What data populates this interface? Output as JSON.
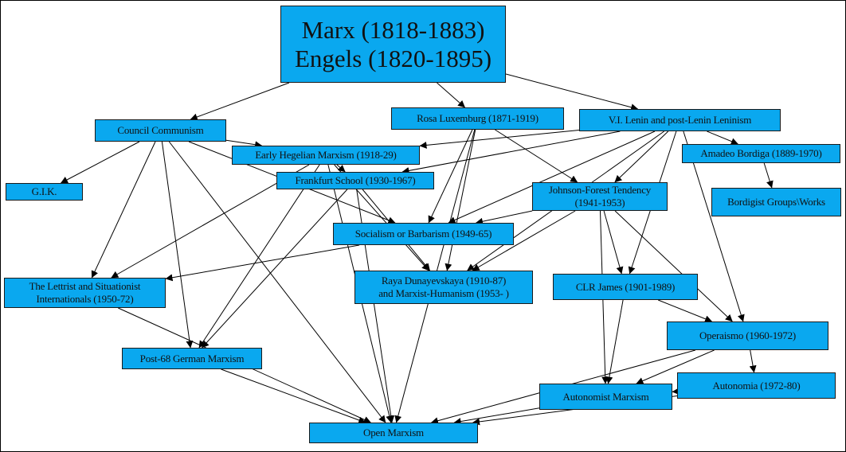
{
  "diagram": {
    "colors": {
      "node_fill": "#0aa8ef",
      "edge": "#000000",
      "background": "#ffffff"
    },
    "nodes": {
      "marx_engels": "Marx (1818-1883)\nEngels (1820-1895)",
      "council_communism": "Council Communism",
      "rosa_luxemburg": "Rosa Luxemburg (1871-1919)",
      "lenin": "V.I. Lenin and post-Lenin Leninism",
      "early_hegelian": "Early Hegelian Marxism (1918-29)",
      "frankfurt_school": "Frankfurt School (1930-1967)",
      "amadeo_bordiga": "Amadeo Bordiga (1889-1970)",
      "gik": "G.I.K.",
      "johnson_forest": "Johnson-Forest Tendency\n(1941-1953)",
      "bordigist_groups": "Bordigist Groups\\Works",
      "socialism_barbarism": "Socialism or Barbarism (1949-65)",
      "lettrist_situationist": "The Lettrist and Situationist\nInternationals (1950-72)",
      "raya_dunayevskaya": "Raya Dunayevskaya (1910-87)\nand Marxist-Humanism (1953- )",
      "clr_james": "CLR James (1901-1989)",
      "operaismo": "Operaismo (1960-1972)",
      "post68_german": "Post-68 German Marxism",
      "autonomia": "Autonomia (1972-80)",
      "autonomist_marxism": "Autonomist Marxism",
      "open_marxism": "Open Marxism"
    },
    "edges": [
      [
        "marx_engels",
        "council_communism"
      ],
      [
        "marx_engels",
        "rosa_luxemburg"
      ],
      [
        "marx_engels",
        "lenin"
      ],
      [
        "council_communism",
        "gik"
      ],
      [
        "council_communism",
        "early_hegelian"
      ],
      [
        "council_communism",
        "lettrist_situationist"
      ],
      [
        "council_communism",
        "socialism_barbarism"
      ],
      [
        "council_communism",
        "post68_german"
      ],
      [
        "council_communism",
        "open_marxism"
      ],
      [
        "rosa_luxemburg",
        "johnson_forest"
      ],
      [
        "rosa_luxemburg",
        "socialism_barbarism"
      ],
      [
        "rosa_luxemburg",
        "raya_dunayevskaya"
      ],
      [
        "rosa_luxemburg",
        "open_marxism"
      ],
      [
        "lenin",
        "early_hegelian"
      ],
      [
        "lenin",
        "frankfurt_school"
      ],
      [
        "lenin",
        "amadeo_bordiga"
      ],
      [
        "lenin",
        "johnson_forest"
      ],
      [
        "lenin",
        "socialism_barbarism"
      ],
      [
        "lenin",
        "raya_dunayevskaya"
      ],
      [
        "lenin",
        "clr_james"
      ],
      [
        "lenin",
        "operaismo"
      ],
      [
        "amadeo_bordiga",
        "bordigist_groups"
      ],
      [
        "early_hegelian",
        "frankfurt_school"
      ],
      [
        "early_hegelian",
        "lettrist_situationist"
      ],
      [
        "early_hegelian",
        "post68_german"
      ],
      [
        "early_hegelian",
        "raya_dunayevskaya"
      ],
      [
        "early_hegelian",
        "open_marxism"
      ],
      [
        "frankfurt_school",
        "post68_german"
      ],
      [
        "frankfurt_school",
        "raya_dunayevskaya"
      ],
      [
        "frankfurt_school",
        "open_marxism"
      ],
      [
        "johnson_forest",
        "socialism_barbarism"
      ],
      [
        "johnson_forest",
        "raya_dunayevskaya"
      ],
      [
        "johnson_forest",
        "clr_james"
      ],
      [
        "johnson_forest",
        "operaismo"
      ],
      [
        "johnson_forest",
        "autonomist_marxism"
      ],
      [
        "socialism_barbarism",
        "lettrist_situationist"
      ],
      [
        "lettrist_situationist",
        "open_marxism"
      ],
      [
        "clr_james",
        "operaismo"
      ],
      [
        "clr_james",
        "autonomist_marxism"
      ],
      [
        "operaismo",
        "autonomia"
      ],
      [
        "operaismo",
        "autonomist_marxism"
      ],
      [
        "operaismo",
        "open_marxism"
      ],
      [
        "autonomia",
        "autonomist_marxism"
      ],
      [
        "autonomia",
        "open_marxism"
      ],
      [
        "autonomist_marxism",
        "open_marxism"
      ],
      [
        "post68_german",
        "open_marxism"
      ]
    ]
  }
}
